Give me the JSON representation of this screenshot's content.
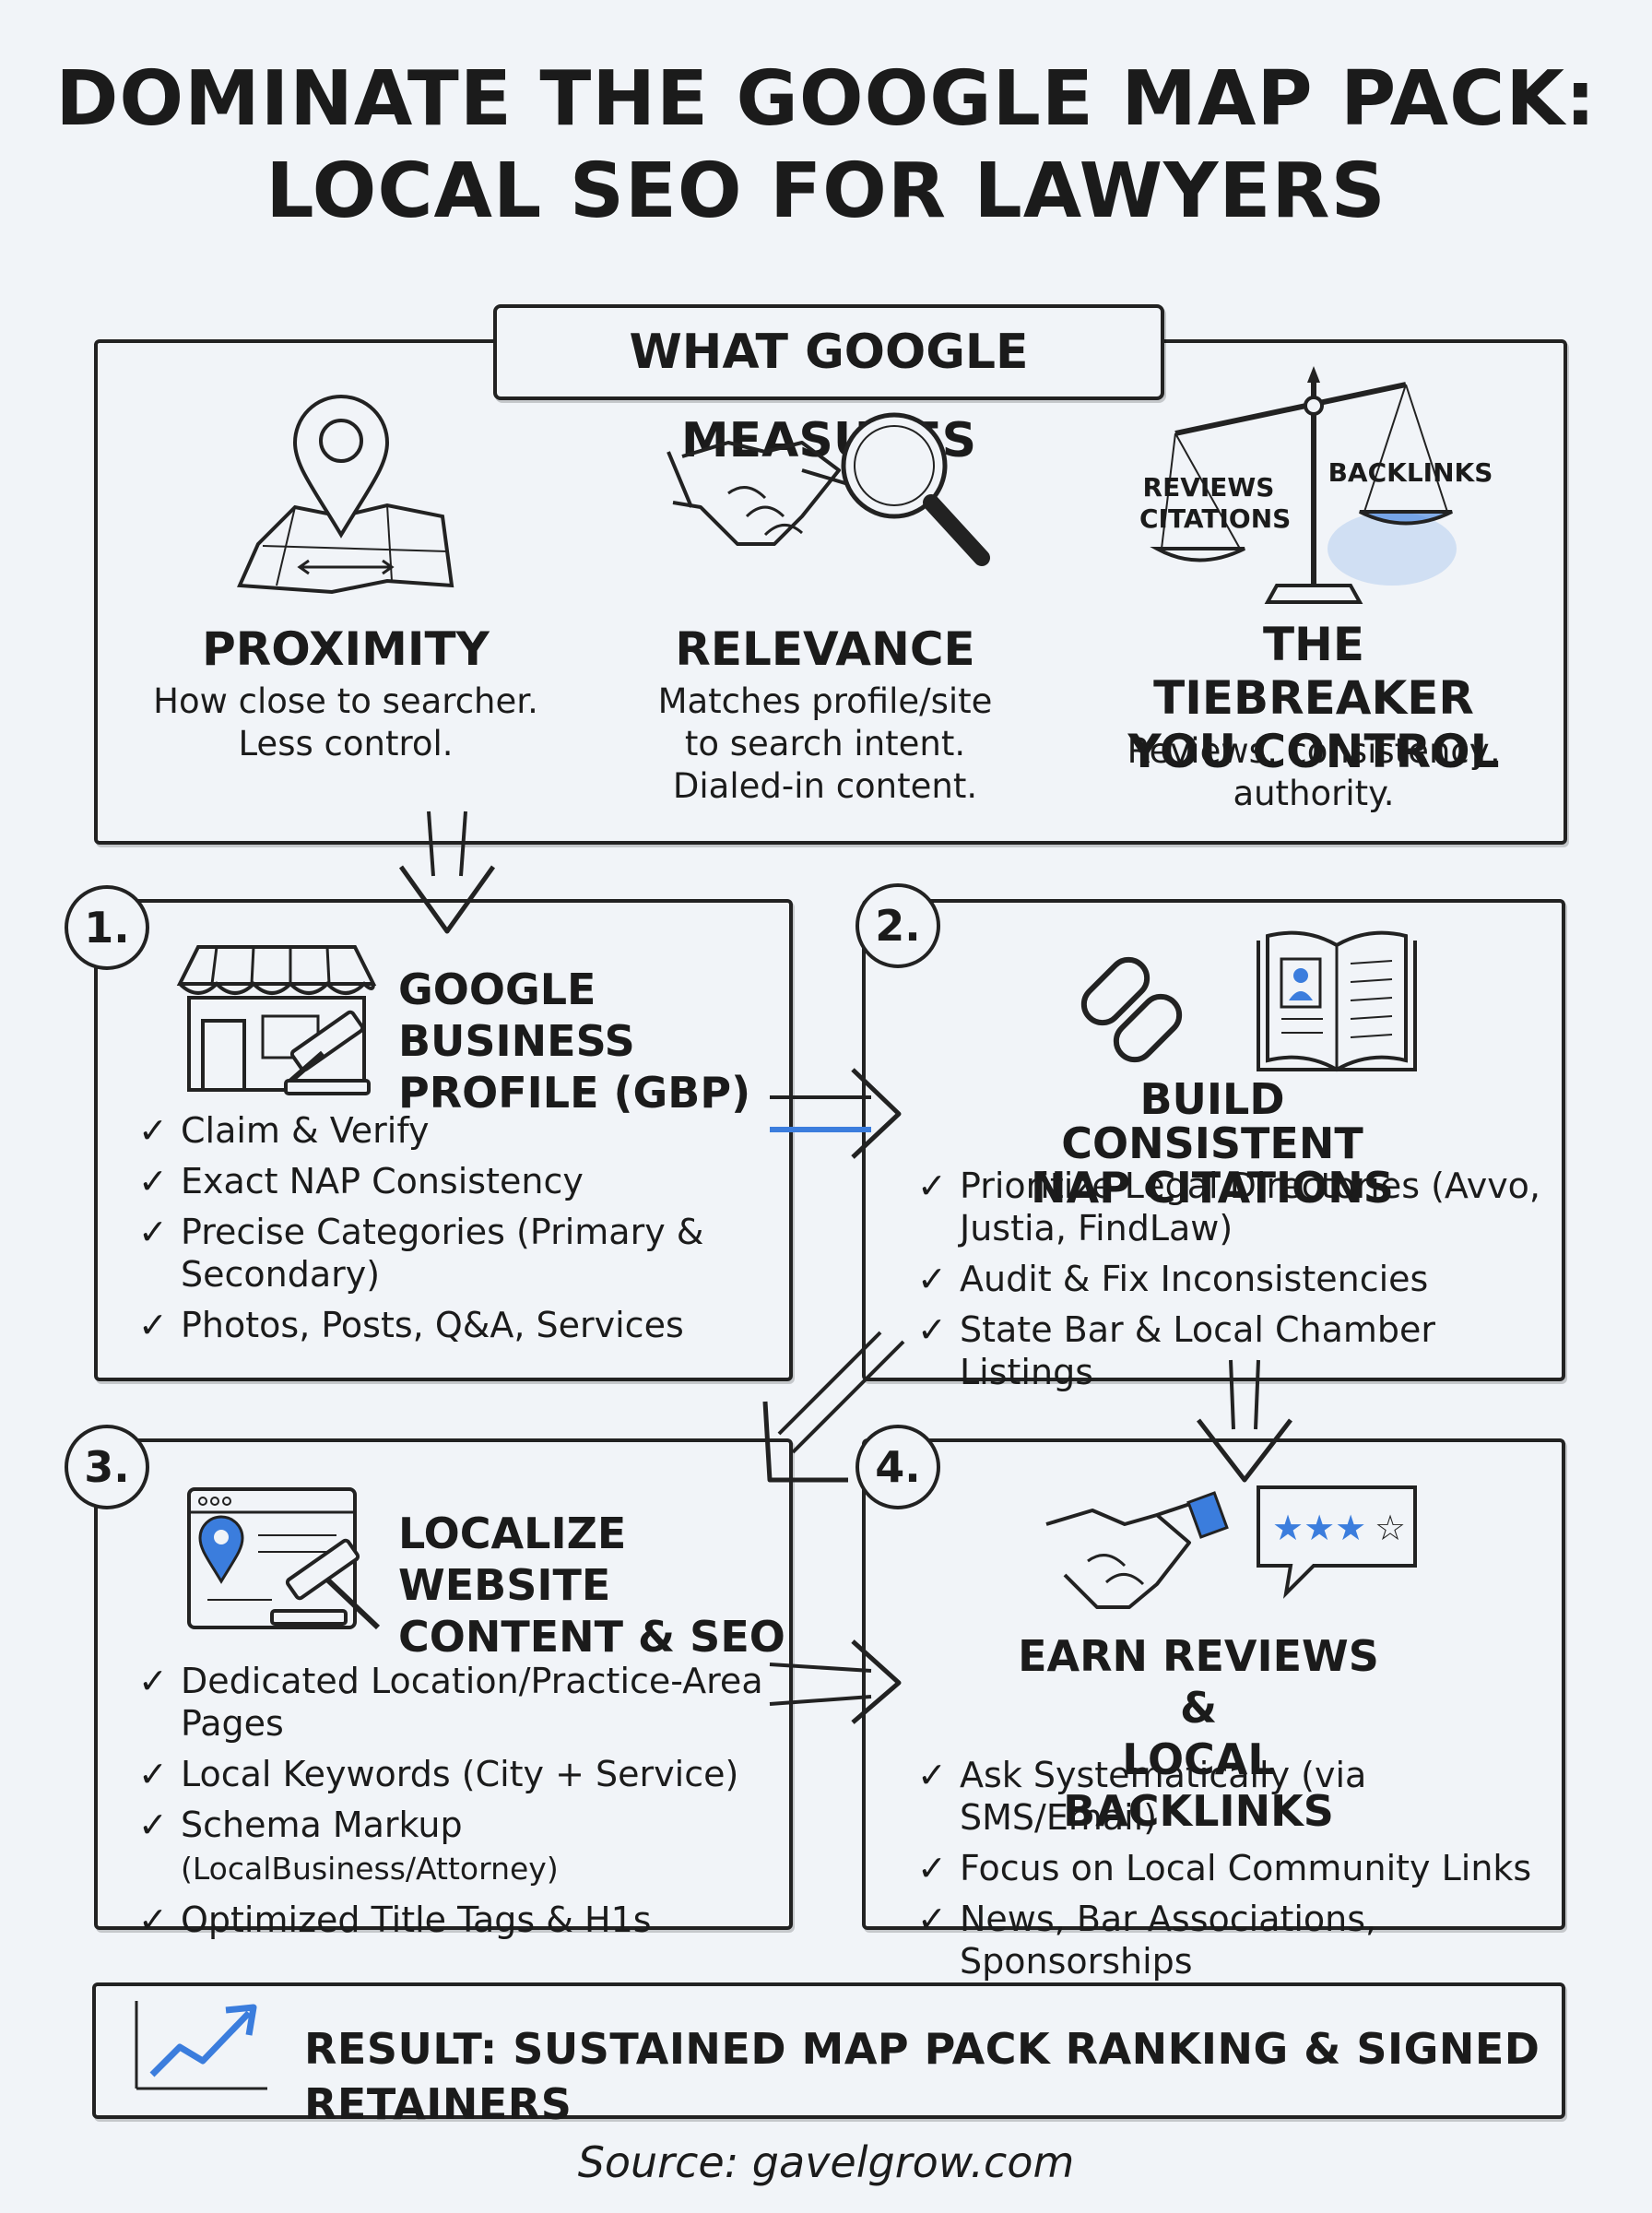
{
  "title": {
    "line1": "DOMINATE THE GOOGLE MAP PACK:",
    "line2": "LOCAL SEO FOR LAWYERS"
  },
  "measures": {
    "label": "WHAT GOOGLE MEASURES",
    "factors": [
      {
        "heading": "PROXIMITY",
        "desc": "How close to searcher.\nLess control.",
        "icon": "map-pin-icon"
      },
      {
        "heading": "RELEVANCE",
        "desc": "Matches profile/site\nto search intent.\nDialed-in content.",
        "icon": "handshake-magnifier-icon"
      },
      {
        "heading": "THE TIEBREAKER\nYOU CONTROL",
        "desc": "Reviews, consistency,\nauthority.",
        "icon": "scales-icon",
        "scale_left": "REVIEWS\nCITATIONS",
        "scale_right": "BACKLINKS"
      }
    ]
  },
  "steps": [
    {
      "number": "1.",
      "title": "GOOGLE BUSINESS\nPROFILE (GBP)",
      "icon": "storefront-gavel-icon",
      "items": [
        "Claim & Verify",
        "Exact NAP Consistency",
        "Precise Categories (Primary & Secondary)",
        "Photos, Posts, Q&A, Services"
      ]
    },
    {
      "number": "2.",
      "title": "BUILD CONSISTENT\nNAP CITATIONS",
      "icon": "chain-book-icon",
      "items": [
        "Prioritize Legal Directories (Avvo, Justia, FindLaw)",
        "Audit & Fix Inconsistencies",
        "State Bar & Local Chamber Listings"
      ]
    },
    {
      "number": "3.",
      "title": "LOCALIZE WEBSITE\nCONTENT & SEO",
      "icon": "browser-pin-gavel-icon",
      "items": [
        "Dedicated Location/Practice-Area Pages",
        "Local Keywords (City + Service)",
        "Schema Markup",
        "Optimized Title Tags & H1s"
      ],
      "schema_suffix": "(LocalBusiness/Attorney)"
    },
    {
      "number": "4.",
      "title": "EARN REVIEWS &\nLOCAL BACKLINKS",
      "icon": "handshake-stars-icon",
      "items": [
        "Ask Systematically (via SMS/Email)",
        "Focus on Local Community Links",
        "News, Bar Associations, Sponsorships"
      ]
    }
  ],
  "check_mark": "✓",
  "result": {
    "text": "RESULT: SUSTAINED MAP PACK RANKING & SIGNED RETAINERS",
    "icon": "growth-chart-icon"
  },
  "source": "Source: gavelgrow.com",
  "colors": {
    "accent": "#3b7ddd",
    "ink": "#222222",
    "background": "#f1f4f8"
  }
}
